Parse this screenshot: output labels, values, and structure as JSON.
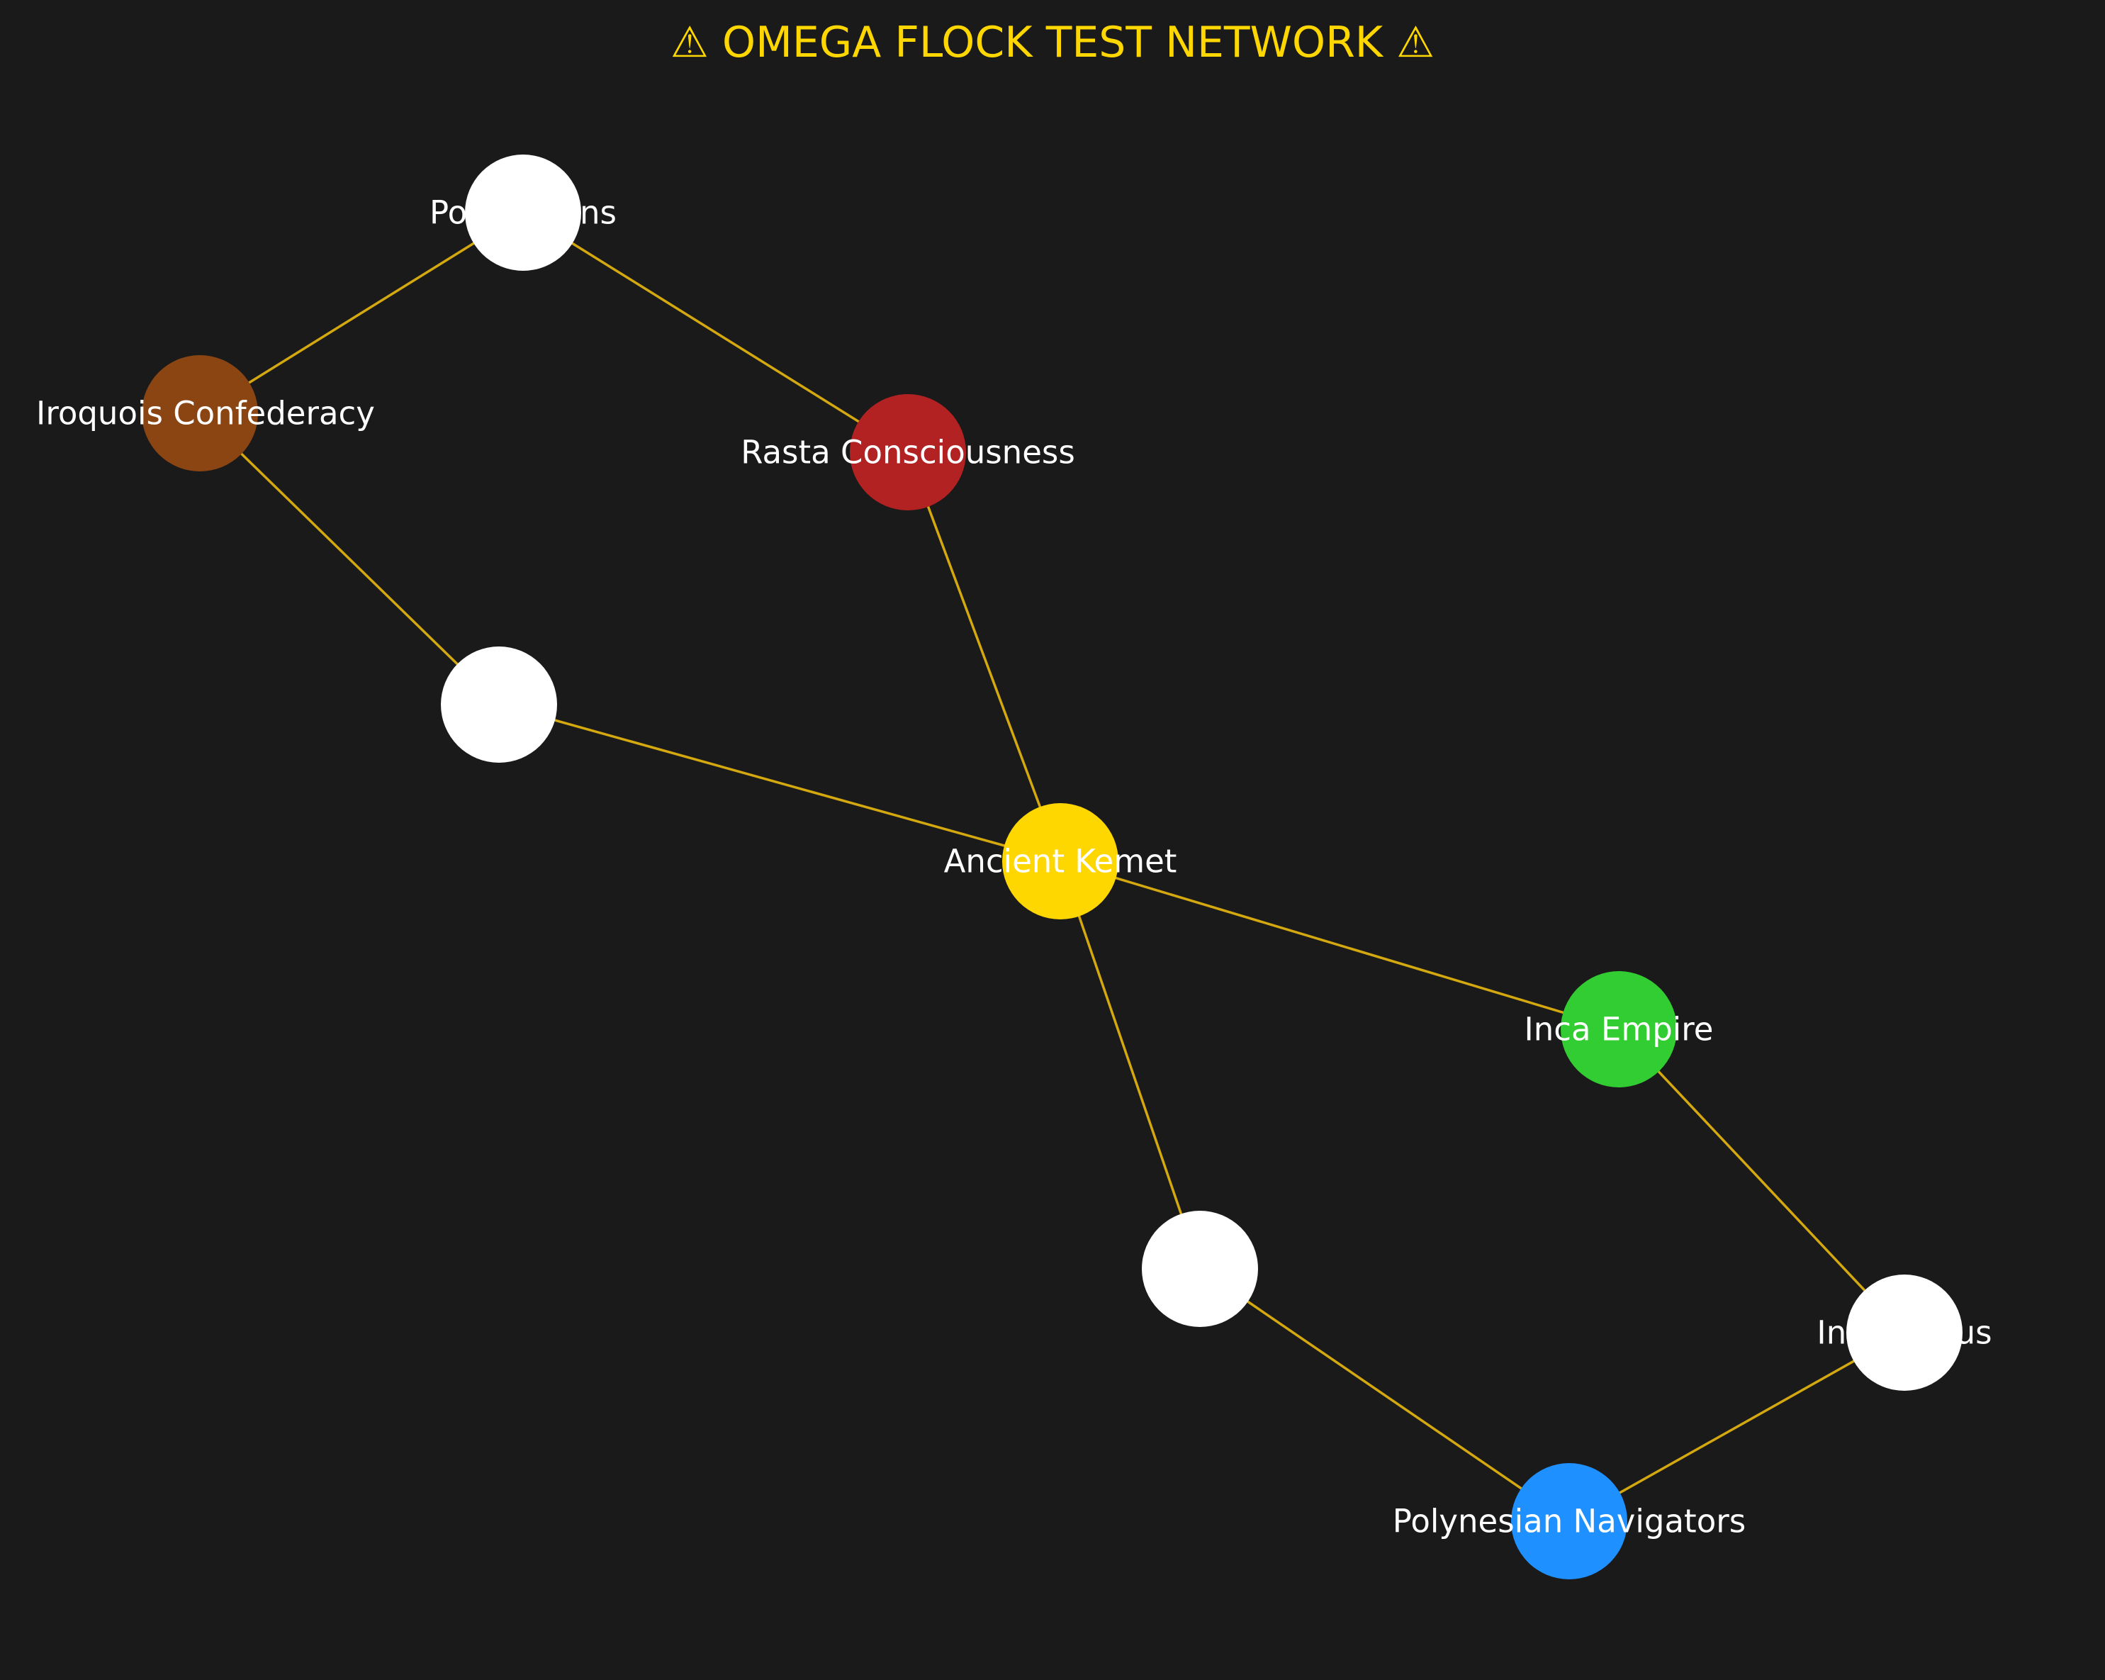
{
  "title": "⚠ OMEGA FLOCK TEST NETWORK ⚠",
  "colors": {
    "background": "#1a1a1a",
    "title": "#ffd700",
    "edge": "#d4a80f",
    "label": "#ffffff"
  },
  "nodes": [
    {
      "id": "polynesians",
      "label": "Polynesians",
      "color": "#ffffff"
    },
    {
      "id": "iroquois",
      "label": "Iroquois Confederacy",
      "color": "#8b4513"
    },
    {
      "id": "rasta",
      "label": "Rasta Consciousness",
      "color": "#b22222"
    },
    {
      "id": "unlabeled-left",
      "label": "",
      "color": "#ffffff"
    },
    {
      "id": "kemet",
      "label": "Ancient Kemet",
      "color": "#ffd700"
    },
    {
      "id": "inca",
      "label": "Inca Empire",
      "color": "#32cd32"
    },
    {
      "id": "unlabeled-bottom",
      "label": "",
      "color": "#ffffff"
    },
    {
      "id": "right-node",
      "label": "Indigenous",
      "color": "#ffffff"
    },
    {
      "id": "navigators",
      "label": "Polynesian Navigators",
      "color": "#1e90ff"
    }
  ],
  "edges": [
    {
      "from": "iroquois",
      "to": "polynesians"
    },
    {
      "from": "polynesians",
      "to": "rasta"
    },
    {
      "from": "iroquois",
      "to": "unlabeled-left"
    },
    {
      "from": "rasta",
      "to": "kemet"
    },
    {
      "from": "unlabeled-left",
      "to": "kemet"
    },
    {
      "from": "kemet",
      "to": "inca"
    },
    {
      "from": "kemet",
      "to": "unlabeled-bottom"
    },
    {
      "from": "inca",
      "to": "right-node"
    },
    {
      "from": "unlabeled-bottom",
      "to": "navigators"
    },
    {
      "from": "right-node",
      "to": "navigators"
    }
  ]
}
